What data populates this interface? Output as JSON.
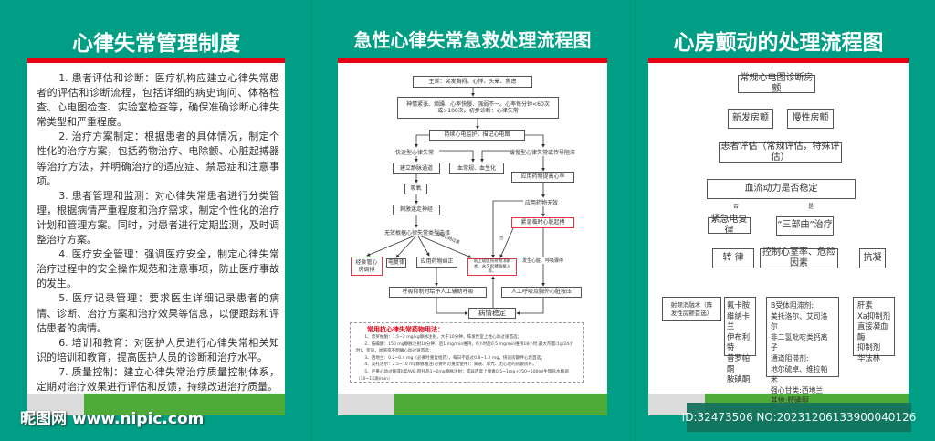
{
  "panels": {
    "left": {
      "title": "心律失常管理制度",
      "paragraphs": [
        "1. 患者评估和诊断：医疗机构应建立心律失常患者的评估和诊断流程，包括详细的病史询问、体格检查、心电图检查、实验室检查等，确保准确诊断心律失常类型和严重程度。",
        "2. 治疗方案制定：根据患者的具体情况，制定个性化的治疗方案，包括药物治疗、电除颤、心脏起搏器等治疗方法，并明确治疗的适应症、禁忌症和注意事项。",
        "3. 患者管理和监测：对心律失常患者进行分类管理，根据病情严重程度和治疗需求，制定个性化的治疗计划和管理方案。同时，对患者进行定期监测，及时调整治疗方案。",
        "4. 医疗安全管理：强调医疗安全，制定心律失常治疗过程中的安全操作规范和注意事项，防止医疗事故的发生。",
        "5. 医疗记录管理：要求医生详细记录患者的病情、诊断、治疗方案和治疗效果等信息，以便跟踪和评估患者的病情。",
        "6. 培训和教育：对医护人员进行心律失常相关知识的培训和教育，提高医护人员的诊断和治疗水平。",
        "7. 质量控制：建立心律失常治疗质量控制体系，定期对治疗效果进行评估和反馈，持续改进治疗质量。"
      ]
    },
    "middle": {
      "title": "急性心律失常急救处理流程图",
      "nodes": {
        "complaint": "主诉：突发胸闷、心悸、头晕、焦虑",
        "symptoms": "神情紧张、烦躁、心率快慢、强弱不一。心率每分钟<60次或>100次。初步诊断：心律失常",
        "monitor": "持续心电监护，描记心电图",
        "fast": "快速型心律失常",
        "slow": "缓慢型心律失常或传导阻滞",
        "iv": "建立静脉通道",
        "blood": "血常规、血生化",
        "raise_rate": "应用药物提高心率",
        "oxygen": "吸氧",
        "drug_fail": "应用药物无效",
        "vagal": "刺激迷走神经",
        "pacing": "紧急临时心脏起搏",
        "choose": "无效根据心律失常类型选择",
        "edge_tachy": "顽固心动过速",
        "edge_no": "否",
        "te_pacing": "经食管心房调搏",
        "cardioversion": "电复律",
        "drug_correct": "应用药物纠正",
        "implant": "就上级医院射频消融术、永久起搏器植入等。",
        "arrest": "发生心脏、呼吸骤停",
        "assist_breath": "呼吸抑制时给予人工辅助呼吸",
        "cpr": "人工呼吸及胸外心脏按压",
        "stable": "病情稳定"
      },
      "drugs": {
        "heading": "常用抗心律失常药物用法：",
        "items": [
          "1、普罗帕酮：1.5~2 mg/kg静脉注射，大于10分钟，阵发性室上性心动过速首选；",
          "2、胺碘酮：150 mg静脉注射10分钟，后1 mg/min维持，6小时后0.5 mg/min维持18小时,最大剂量(1g/24小时)，室速，尚值或不明确心动过速首选；",
          "3、西地兰：0.2~0.4 mg（必要时重复给药），每日不超过0.8~1.2 mg，快速房颤伴心衰首选；",
          "4、美托洛尔：2.5~10 mg静脉推注(必要时可重复使用)：窦速、早亢、无心衰的房颤房补。",
          "5、严重心动过缓或II度AVB:阿托品1~2mg静脉注射；或异丙肾上腺素0.5~1mg+250~500ml生理盐水静滴（10~15滴/min）"
        ]
      }
    },
    "right": {
      "title": "心房颤动的处理流程图",
      "nodes": {
        "ecg": "常规心电图诊断房颤",
        "new_af": "新发房颤",
        "chronic_af": "慢性房颤",
        "assess": "患者评估（常规评估，特殊评估）",
        "hemo": "血流动力是否稳定",
        "no": "否",
        "yes": "是",
        "urgent_cv": "紧急电复律",
        "three_step": "“三部曲”治疗",
        "rhythm": "转 律",
        "rate": "控制心室率、危险因素",
        "anticoag": "抗凝",
        "ablation": "射频消融术（阵发性房颤首选）"
      },
      "rhythm_drugs": [
        "氟卡胺",
        "维纳卡兰",
        "伊布利特",
        "普罗帕酮",
        "胺碘酮"
      ],
      "rate_drugs": [
        "B受体阻滞剂:",
        "美托洛尔、艾司洛尔",
        "非二氢吡啶类钙离子",
        "通道阻滞剂:",
        "地尔硫卓、维拉帕米",
        "强心甘类:西地兰",
        "其他:胺碘酮"
      ],
      "anticoag_drugs": [
        "肝素",
        "Xa抑制剂",
        "直接凝血酶",
        "抑制剂",
        "华法林"
      ]
    }
  },
  "watermark": {
    "site": "昵图网 www.nipic.com",
    "id_text": "ID:32473506 NO:20231206133900040126"
  },
  "colors": {
    "background": "#009e84",
    "accent_red": "#e60012",
    "footer_green": "#4fab37"
  }
}
